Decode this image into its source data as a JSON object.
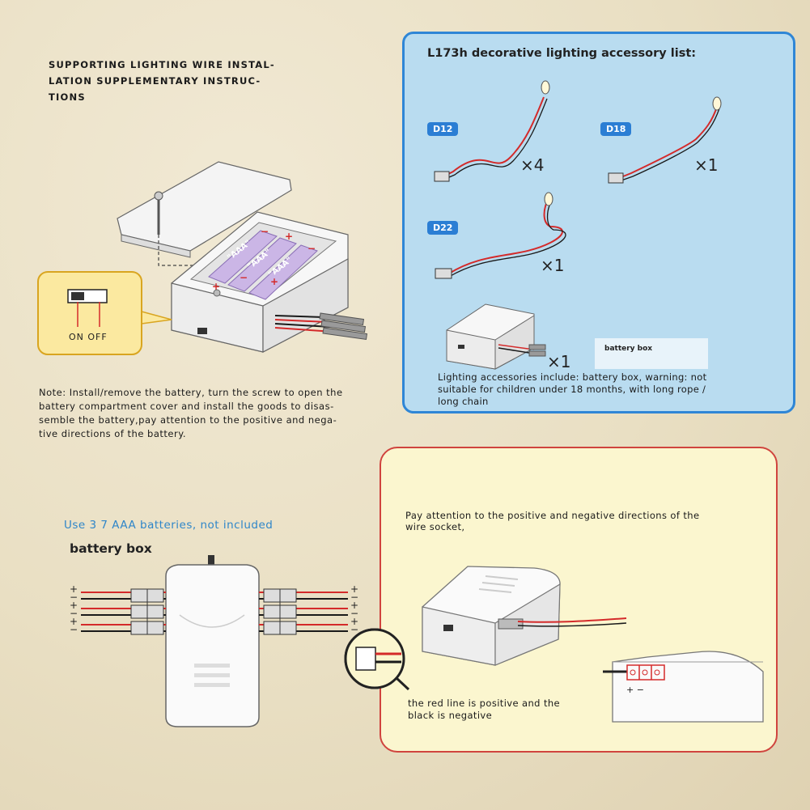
{
  "top_title": "SUPPORTING LIGHTING WIRE INSTAL-\nLATION SUPPLEMENTARY INSTRUC-\nTIONS",
  "top_title_lines": [
    "SUPPORTING LIGHTING WIRE INSTAL-",
    "LATION SUPPLEMENTARY INSTRUC-",
    "TIONS"
  ],
  "switch_label": "ON OFF",
  "battery_label": "\"AAA\"",
  "note_lines": [
    "Note: Install/remove the battery, turn the screw to open the",
    "battery compartment cover and install the goods to disas-",
    "semble the battery,pay attention to the positive and nega-",
    "tive directions of the battery."
  ],
  "accessory_panel": {
    "title": "L173h decorative lighting accessory list:",
    "items": [
      {
        "tag": "D12",
        "qty": "×4"
      },
      {
        "tag": "D18",
        "qty": "×1"
      },
      {
        "tag": "D22",
        "qty": "×1"
      }
    ],
    "battery_box_qty": "×1",
    "battery_box_label": "battery box",
    "description_lines": [
      "Lighting accessories include: battery box, warning: not",
      "suitable for children under 18 months, with long rope /",
      "long chain"
    ]
  },
  "bottom_left": {
    "use_batteries": "Use 3 7 AAA batteries, not included",
    "title": "battery box",
    "polarity_marks": [
      "+",
      "−",
      "+",
      "−",
      "+",
      "−"
    ]
  },
  "polarity_panel": {
    "note_lines": [
      "Pay attention to the positive and negative directions of the",
      "wire socket,"
    ],
    "red_line_lines": [
      "the red line is positive and the",
      "black is negative"
    ],
    "pcb_marks": "+ −"
  },
  "colors": {
    "blue_panel_border": "#2f86d6",
    "blue_panel_fill": "#b9dcf0",
    "yellow_panel_border": "#d0443e",
    "yellow_panel_fill": "#fbf6cf",
    "wire_red": "#d42a2a",
    "wire_black": "#1a1a1a"
  }
}
